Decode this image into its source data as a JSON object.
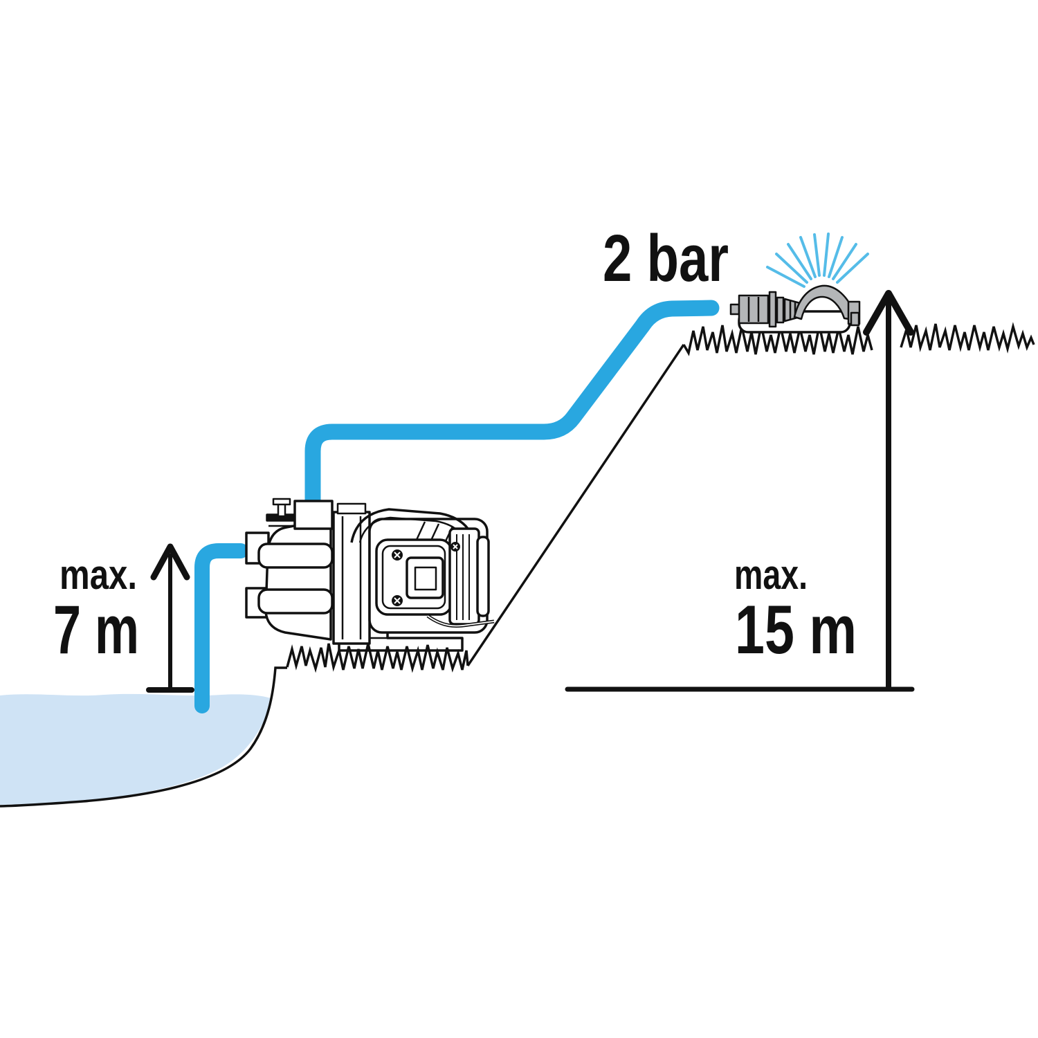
{
  "diagram": {
    "title_semantic": "garden-pump-suction-and-delivery-height-diagram",
    "pressure_label": "2 bar",
    "suction": {
      "prefix": "max.",
      "value": "7 m"
    },
    "delivery": {
      "prefix": "max.",
      "value": "15 m"
    }
  },
  "colors": {
    "hose": "#29a7e0",
    "spray": "#55bce8",
    "water": "#cfe3f5",
    "ink": "#111111",
    "machine_gray": "#b4b6b8"
  },
  "icons": {
    "pump": "pump-icon",
    "sprinkler": "sprinkler-icon",
    "spray": "spray-lines-icon",
    "pond": "water-pond",
    "grass": "grass-tufts",
    "suction_arrow": "suction-height-arrow",
    "delivery_arrow": "delivery-height-arrow"
  }
}
